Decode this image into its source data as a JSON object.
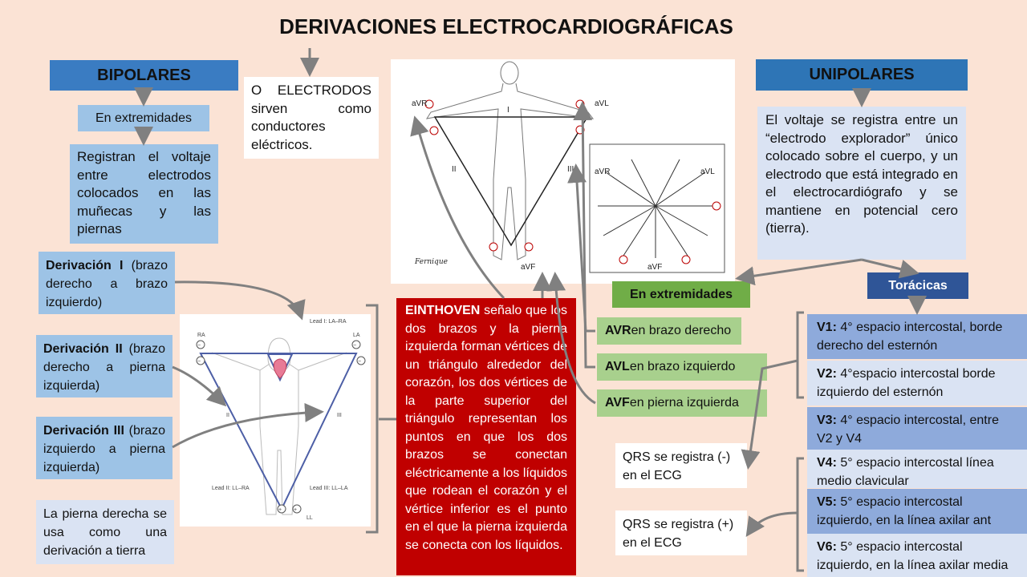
{
  "title": "DERIVACIONES ELECTROCARDIOGRÁFICAS",
  "bipolares": {
    "header": "BIPOLARES",
    "sub": "En extremidades",
    "desc": "Registran el voltaje entre electrodos colocados en las muñecas y las piernas"
  },
  "electrodos": "O ELECTRODOS sirven como conductores eléctricos.",
  "unipolares": {
    "header": "UNIPOLARES",
    "desc": "El voltaje se registra entre un “electrodo explorador” único colocado sobre el cuerpo, y un electrodo que está integrado en el electrocardiógrafo y se mantiene en potencial cero (tierra)."
  },
  "derivaciones": [
    {
      "name": "Derivación I",
      "desc": " (brazo derecho a brazo izquierdo)"
    },
    {
      "name": "Derivación II",
      "desc": " (brazo derecho a pierna izquierda)"
    },
    {
      "name": "Derivación III",
      "desc": " (brazo izquierdo a pierna izquierda)"
    }
  ],
  "tierra": "La pierna derecha se usa como una derivación a tierra",
  "einthoven": {
    "name": "EINTHOVEN",
    "text": " señalo que los dos brazos y la pierna izquierda forman vértices de un triángulo alrededor del corazón, los dos vértices de la parte superior del triángulo representan los puntos en que los dos brazos se conectan eléctricamente a los líquidos que rodean el corazón y el vértice inferior es el punto en el que la pierna izquierda se conecta con los líquidos."
  },
  "extremidades": {
    "header": "En extremidades",
    "items": [
      {
        "name": "AVR",
        "desc": " en brazo derecho"
      },
      {
        "name": "AVL",
        "desc": " en brazo izquierdo"
      },
      {
        "name": "AVF",
        "desc": " en pierna izquierda"
      }
    ]
  },
  "qrs": [
    "QRS se registra (-) en el ECG",
    "QRS se registra (+) en el ECG"
  ],
  "toracicas": {
    "header": "Torácicas",
    "items": [
      {
        "name": "V1:",
        "desc": " 4° espacio intercostal, borde derecho del esternón"
      },
      {
        "name": "V2:",
        "desc": " 4°espacio intercostal borde izquierdo del esternón"
      },
      {
        "name": "V3:",
        "desc": " 4° espacio intercostal, entre V2 y V4"
      },
      {
        "name": "V4:",
        "desc": " 5° espacio intercostal línea medio clavicular"
      },
      {
        "name": "V5:",
        "desc": " 5° espacio intercostal izquierdo, en la línea axilar ant"
      },
      {
        "name": "V6:",
        "desc": " 5° espacio intercostal izquierdo, en la línea axilar media"
      }
    ]
  },
  "figure_top": {
    "avr": "aVR",
    "avl": "aVL",
    "avf": "aVF",
    "i": "I",
    "ii": "II",
    "iii": "III",
    "inset_avr": "aVR",
    "inset_avl": "aVL",
    "inset_avf": "aVF",
    "signature": "Fernique"
  },
  "figure_bottom": {
    "lead1": "Lead I: LA–RA",
    "lead2": "Lead II: LL–RA",
    "lead3": "Lead III: LL–LA",
    "ra": "RA",
    "la": "LA",
    "ll": "LL",
    "ii": "II",
    "iii": "III"
  },
  "colors": {
    "background": "#fbe3d5",
    "blue_header": "#3a7cc2",
    "light_blue": "#9dc3e6",
    "red": "#c00000",
    "green": "#a8d08d",
    "green_header": "#70ad47",
    "navy": "#2f5597",
    "periwinkle": "#8eaadb",
    "pale_blue": "#dae3f3"
  }
}
